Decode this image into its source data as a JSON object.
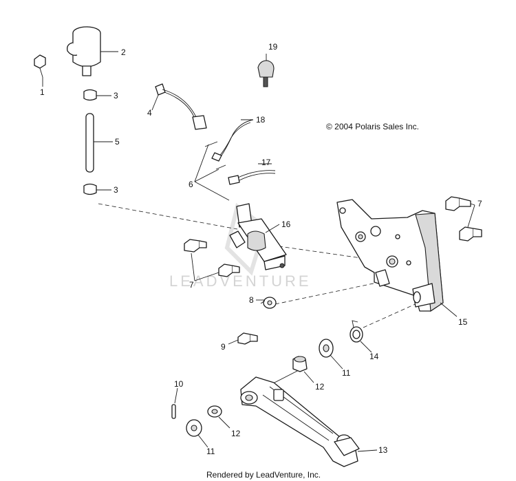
{
  "copyright": "© 2004 Polaris Sales Inc.",
  "watermark": "LEADVENTURE",
  "credit": "Rendered by LeadVenture, Inc.",
  "callouts": {
    "c1": "1",
    "c2": "2",
    "c3a": "3",
    "c3b": "3",
    "c4": "4",
    "c5": "5",
    "c6": "6",
    "c7a": "7",
    "c7b": "7",
    "c8": "8",
    "c9": "9",
    "c10": "10",
    "c11a": "11",
    "c11b": "11",
    "c12a": "12",
    "c12b": "12",
    "c13": "13",
    "c14": "14",
    "c15": "15",
    "c16": "16",
    "c17": "17",
    "c18": "18",
    "c19": "19"
  }
}
